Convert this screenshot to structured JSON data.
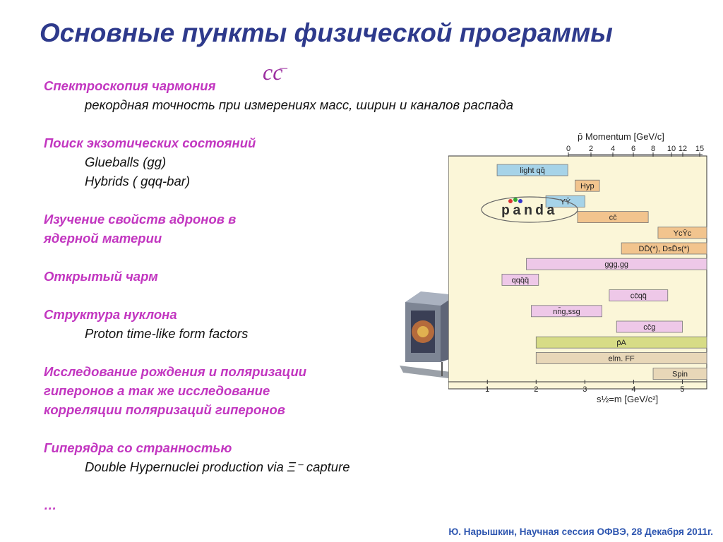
{
  "title": "Основные пункты физической программы",
  "cc_symbol": {
    "text": "cc",
    "bar": "–"
  },
  "outline": [
    {
      "kind": "heading",
      "text": "Спектроскопия чармония"
    },
    {
      "kind": "sub",
      "text": "рекордная точность при измерениях масс, ширин и каналов  распада"
    },
    {
      "kind": "gap"
    },
    {
      "kind": "heading",
      "text": "Поиск экзотических состояний"
    },
    {
      "kind": "sub",
      "text": "Glueballs (gg)"
    },
    {
      "kind": "sub",
      "text": "Hybrids ( gqq-bar)"
    },
    {
      "kind": "gap"
    },
    {
      "kind": "heading",
      "text": "Изучение свойств адронов в"
    },
    {
      "kind": "heading",
      "text": "ядерной материи"
    },
    {
      "kind": "gap"
    },
    {
      "kind": "heading",
      "text": "Открытый чарм"
    },
    {
      "kind": "gap"
    },
    {
      "kind": "heading",
      "text": "Структура нуклона"
    },
    {
      "kind": "sub",
      "text": "Proton time-like form factors"
    },
    {
      "kind": "gap"
    },
    {
      "kind": "heading",
      "text": "Исследование рождения и поляризации"
    },
    {
      "kind": "heading",
      "text": "гиперонов а так же исследование"
    },
    {
      "kind": "heading",
      "text": "корреляции поляризаций гиперонов"
    },
    {
      "kind": "gap"
    },
    {
      "kind": "heading",
      "text": "Гиперядра со странностью"
    },
    {
      "kind": "sub",
      "text": "Double Hypernuclei production via Ξ⁻ capture"
    },
    {
      "kind": "gap"
    },
    {
      "kind": "ellipsis",
      "text": "…"
    }
  ],
  "chart_data": {
    "type": "bar",
    "top_axis_label": "p̄ Momentum [GeV/c]",
    "top_ticks": [
      "0",
      "2",
      "4",
      "6",
      "8",
      "10",
      "12",
      "15"
    ],
    "bottom_axis_label": "s½=m [GeV/c²]",
    "bottom_ticks": [
      "1",
      "2",
      "3",
      "4",
      "5"
    ],
    "xlim": [
      0.2,
      5.5
    ],
    "logo_text": "panda",
    "bars": [
      {
        "label": "light qq̄",
        "start": 1.2,
        "end": 2.65,
        "color": "#a6d3e8"
      },
      {
        "label": "Hyp",
        "start": 2.8,
        "end": 3.3,
        "color": "#f2c48e"
      },
      {
        "label": "YȲ",
        "start": 2.2,
        "end": 3.0,
        "color": "#a6d3e8"
      },
      {
        "label": "cc̄",
        "start": 2.85,
        "end": 4.3,
        "color": "#f2c48e"
      },
      {
        "label": "YcȲc",
        "start": 4.5,
        "end": 5.5,
        "color": "#f2c48e"
      },
      {
        "label": "DD̄(*), DsD̄s(*)",
        "start": 3.75,
        "end": 5.5,
        "color": "#f2c48e"
      },
      {
        "label": "ggg,gg",
        "start": 1.8,
        "end": 5.5,
        "color": "#eec8e8"
      },
      {
        "label": "qqq̄q̄",
        "start": 1.3,
        "end": 2.05,
        "color": "#eec8e8"
      },
      {
        "label": "cc̄qq̄",
        "start": 3.5,
        "end": 4.7,
        "color": "#eec8e8"
      },
      {
        "label": "nn̄g,ssg",
        "start": 1.9,
        "end": 3.35,
        "color": "#eec8e8"
      },
      {
        "label": "cc̄g",
        "start": 3.65,
        "end": 5.0,
        "color": "#eec8e8"
      },
      {
        "label": "p̄A",
        "start": 2.0,
        "end": 5.5,
        "color": "#d7dc86"
      },
      {
        "label": "elm. FF",
        "start": 2.0,
        "end": 5.5,
        "color": "#e8d7b8"
      },
      {
        "label": "Spin",
        "start": 4.4,
        "end": 5.5,
        "color": "#e8d7b8"
      }
    ]
  },
  "footer": "Ю. Нарышкин, Научная сессия ОФВЭ, 28  Декабря 2011г."
}
